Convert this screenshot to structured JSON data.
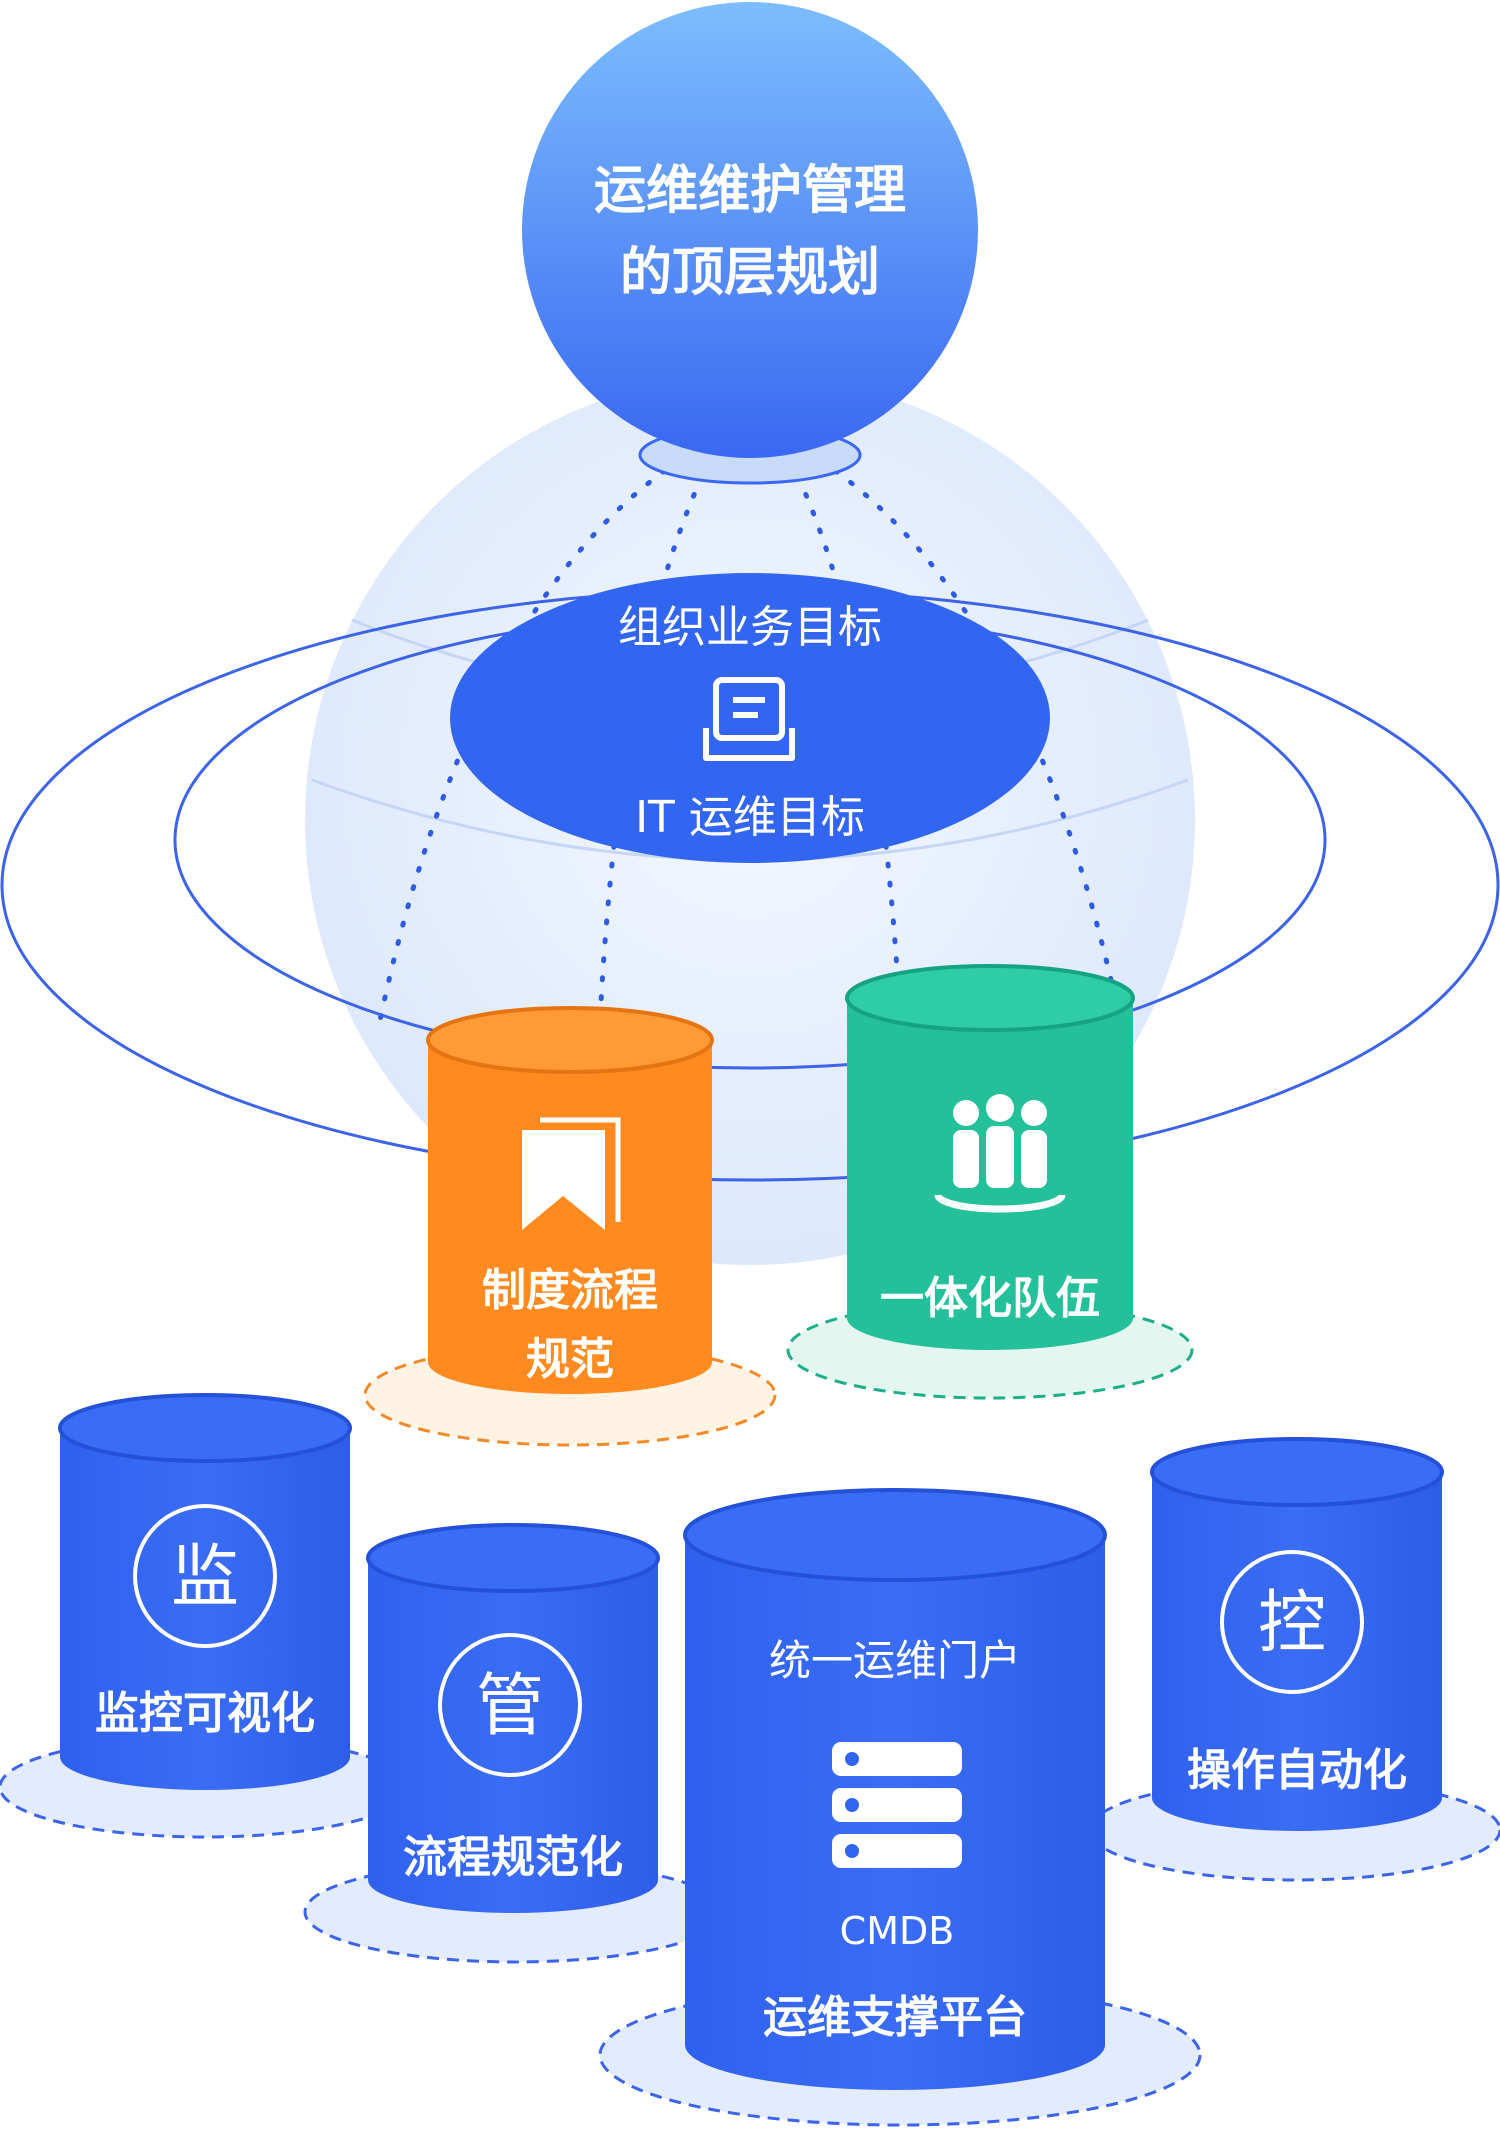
{
  "top_circle": {
    "line1": "运维维护管理",
    "line2": "的顶层规划"
  },
  "center_ellipse": {
    "top_label": "组织业务目标",
    "bottom_label": "IT 运维目标",
    "icon": "document-tray-icon"
  },
  "orange_cylinder": {
    "line1": "制度流程",
    "line2": "规范",
    "icon": "bookmark-icon",
    "color": "#FF8A1F"
  },
  "green_cylinder": {
    "label": "一体化队伍",
    "icon": "team-icon",
    "color": "#23C09A"
  },
  "blue_cylinders": [
    {
      "glyph": "监",
      "label": "监控可视化"
    },
    {
      "glyph": "管",
      "label": "流程规范化"
    },
    {
      "glyph": "控",
      "label": "操作自动化"
    }
  ],
  "platform_cylinder": {
    "top_label": "统一运维门户",
    "icon": "server-icon",
    "sub_label": "CMDB",
    "bottom_label": "运维支撑平台"
  },
  "colors": {
    "primary_blue": "#3366F0",
    "light_blue": "#E8F0FF",
    "ring_blue": "#3D63E8"
  }
}
